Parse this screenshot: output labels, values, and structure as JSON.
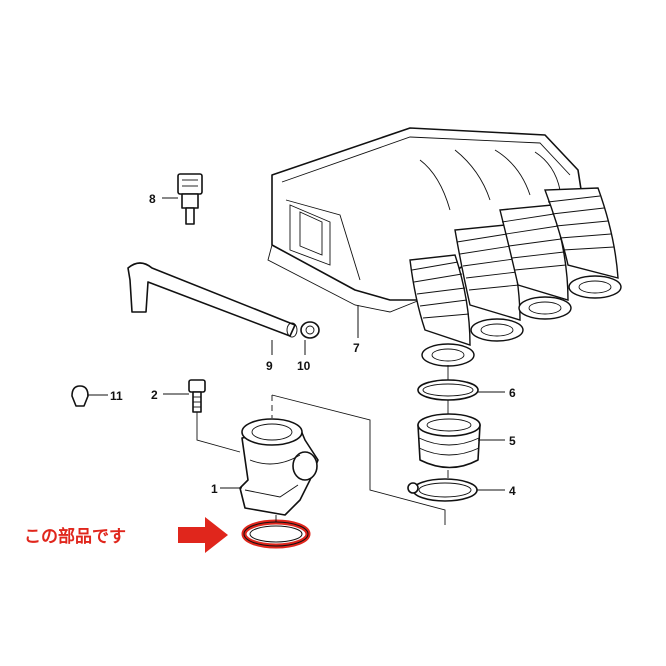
{
  "callouts": {
    "part1": "1",
    "part2": "2",
    "part4": "4",
    "part5": "5",
    "part6": "6",
    "part7": "7",
    "part8": "8",
    "part9": "9",
    "part10": "10",
    "part11": "11"
  },
  "note": {
    "text": "この部品です",
    "color": "#e0261c",
    "arrow": "right-arrow-icon"
  },
  "highlight_color": "#e0261c"
}
